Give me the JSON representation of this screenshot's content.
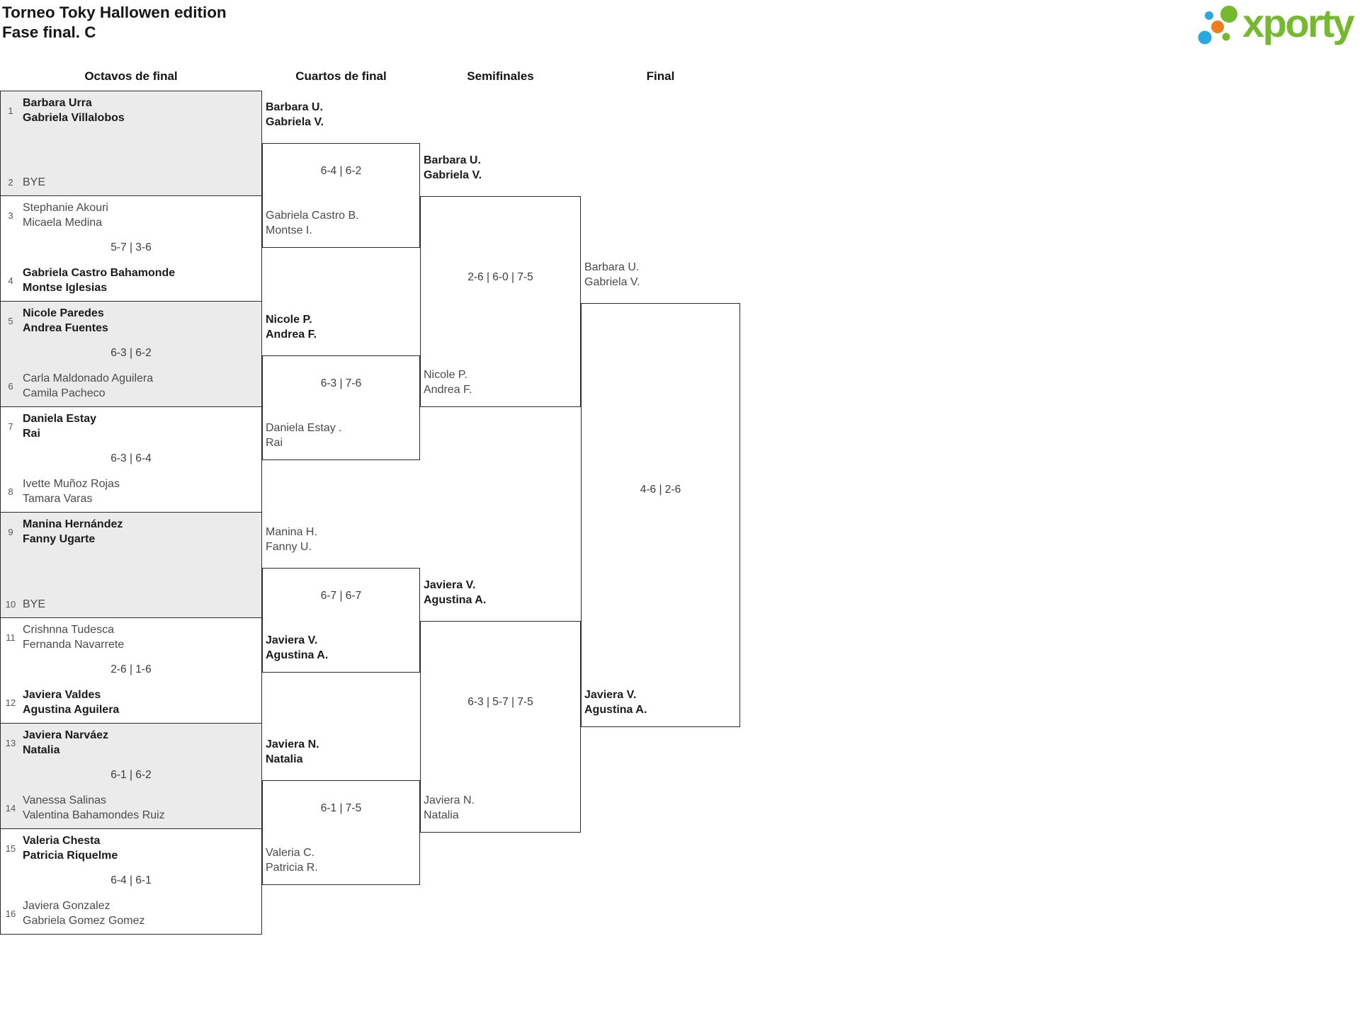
{
  "title": {
    "line1": "Torneo Toky Hallowen edition",
    "line2": "Fase final. C"
  },
  "logo": {
    "text": "xporty",
    "colors": {
      "green": "#76b82e",
      "blue": "#29a8e0",
      "orange": "#ee7d1e"
    }
  },
  "round_headers": {
    "octavos": "Octavos de final",
    "cuartos": "Cuartos de final",
    "semifinales": "Semifinales",
    "final": "Final"
  },
  "octavos": [
    {
      "seed_top": "1",
      "team_top": [
        "Barbara Urra",
        "Gabriela Villalobos"
      ],
      "top_winner": true,
      "score": "",
      "seed_bottom": "2",
      "team_bottom": [
        "BYE"
      ],
      "bottom_winner": false
    },
    {
      "seed_top": "3",
      "team_top": [
        "Stephanie Akouri",
        "Micaela Medina"
      ],
      "top_winner": false,
      "score": "5-7 | 3-6",
      "seed_bottom": "4",
      "team_bottom": [
        "Gabriela Castro Bahamonde",
        "Montse Iglesias"
      ],
      "bottom_winner": true
    },
    {
      "seed_top": "5",
      "team_top": [
        "Nicole Paredes",
        "Andrea Fuentes"
      ],
      "top_winner": true,
      "score": "6-3 | 6-2",
      "seed_bottom": "6",
      "team_bottom": [
        "Carla Maldonado Aguilera",
        "Camila Pacheco"
      ],
      "bottom_winner": false
    },
    {
      "seed_top": "7",
      "team_top": [
        "Daniela Estay",
        "Rai"
      ],
      "top_winner": true,
      "score": "6-3 | 6-4",
      "seed_bottom": "8",
      "team_bottom": [
        "Ivette Muñoz Rojas",
        "Tamara Varas"
      ],
      "bottom_winner": false
    },
    {
      "seed_top": "9",
      "team_top": [
        "Manina Hernández",
        "Fanny Ugarte"
      ],
      "top_winner": true,
      "score": "",
      "seed_bottom": "10",
      "team_bottom": [
        "BYE"
      ],
      "bottom_winner": false
    },
    {
      "seed_top": "11",
      "team_top": [
        "Crishnna Tudesca",
        "Fernanda Navarrete"
      ],
      "top_winner": false,
      "score": "2-6 | 1-6",
      "seed_bottom": "12",
      "team_bottom": [
        "Javiera Valdes",
        "Agustina Aguilera"
      ],
      "bottom_winner": true
    },
    {
      "seed_top": "13",
      "team_top": [
        "Javiera Narváez",
        "Natalia"
      ],
      "top_winner": true,
      "score": "6-1 | 6-2",
      "seed_bottom": "14",
      "team_bottom": [
        "Vanessa Salinas",
        "Valentina Bahamondes Ruiz"
      ],
      "bottom_winner": false
    },
    {
      "seed_top": "15",
      "team_top": [
        "Valeria Chesta",
        "Patricia Riquelme"
      ],
      "top_winner": true,
      "score": "6-4 | 6-1",
      "seed_bottom": "16",
      "team_bottom": [
        "Javiera Gonzalez",
        "Gabriela Gomez Gomez"
      ],
      "bottom_winner": false
    }
  ],
  "cuartos": [
    {
      "team_top": [
        "Barbara U.",
        "Gabriela V."
      ],
      "top_winner": true,
      "score": "6-4 | 6-2",
      "team_bottom": [
        "Gabriela Castro B.",
        "Montse I."
      ],
      "bottom_winner": false
    },
    {
      "team_top": [
        "Nicole P.",
        "Andrea F."
      ],
      "top_winner": true,
      "score": "6-3 | 7-6",
      "team_bottom": [
        "Daniela Estay .",
        "Rai"
      ],
      "bottom_winner": false
    },
    {
      "team_top": [
        "Manina H.",
        "Fanny U."
      ],
      "top_winner": false,
      "score": "6-7 | 6-7",
      "team_bottom": [
        "Javiera V.",
        "Agustina A."
      ],
      "bottom_winner": true
    },
    {
      "team_top": [
        "Javiera N.",
        "Natalia"
      ],
      "top_winner": true,
      "score": "6-1 | 7-5",
      "team_bottom": [
        "Valeria C.",
        "Patricia R."
      ],
      "bottom_winner": false
    }
  ],
  "semifinales": [
    {
      "team_top": [
        "Barbara U.",
        "Gabriela V."
      ],
      "top_winner": true,
      "score": "2-6 | 6-0 | 7-5",
      "team_bottom": [
        "Nicole P.",
        "Andrea F."
      ],
      "bottom_winner": false
    },
    {
      "team_top": [
        "Javiera V.",
        "Agustina A."
      ],
      "top_winner": true,
      "score": "6-3 | 5-7 | 7-5",
      "team_bottom": [
        "Javiera N.",
        "Natalia"
      ],
      "bottom_winner": false
    }
  ],
  "final": [
    {
      "team_top": [
        "Barbara U.",
        "Gabriela V."
      ],
      "top_winner": false,
      "score": "4-6 | 2-6",
      "team_bottom": [
        "Javiera V.",
        "Agustina A."
      ],
      "bottom_winner": true
    }
  ]
}
